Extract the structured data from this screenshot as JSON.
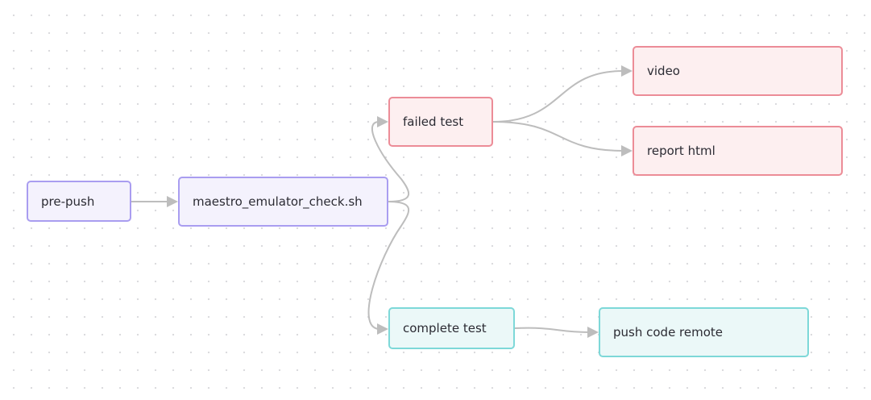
{
  "diagram": {
    "nodes": [
      {
        "id": "prepush",
        "label": "pre-push",
        "color": "#a99df0",
        "fill": "#f4f2fd"
      },
      {
        "id": "maestro",
        "label": "maestro_emulator_check.sh",
        "color": "#a99df0",
        "fill": "#f4f2fd"
      },
      {
        "id": "failed",
        "label": "failed test",
        "color": "#ec8c97",
        "fill": "#fdeff0"
      },
      {
        "id": "video",
        "label": "video",
        "color": "#ec8c97",
        "fill": "#fdeff0"
      },
      {
        "id": "report",
        "label": "report html",
        "color": "#ec8c97",
        "fill": "#fdeff0"
      },
      {
        "id": "complete",
        "label": "complete test",
        "color": "#7dd8d8",
        "fill": "#ebf8f8"
      },
      {
        "id": "push",
        "label": "push code remote",
        "color": "#7dd8d8",
        "fill": "#ebf8f8"
      }
    ],
    "edges": [
      {
        "from": "prepush",
        "to": "maestro"
      },
      {
        "from": "maestro",
        "to": "failed"
      },
      {
        "from": "maestro",
        "to": "complete"
      },
      {
        "from": "failed",
        "to": "video"
      },
      {
        "from": "failed",
        "to": "report"
      },
      {
        "from": "complete",
        "to": "push"
      }
    ],
    "edge_color": "#bdbdbd"
  }
}
